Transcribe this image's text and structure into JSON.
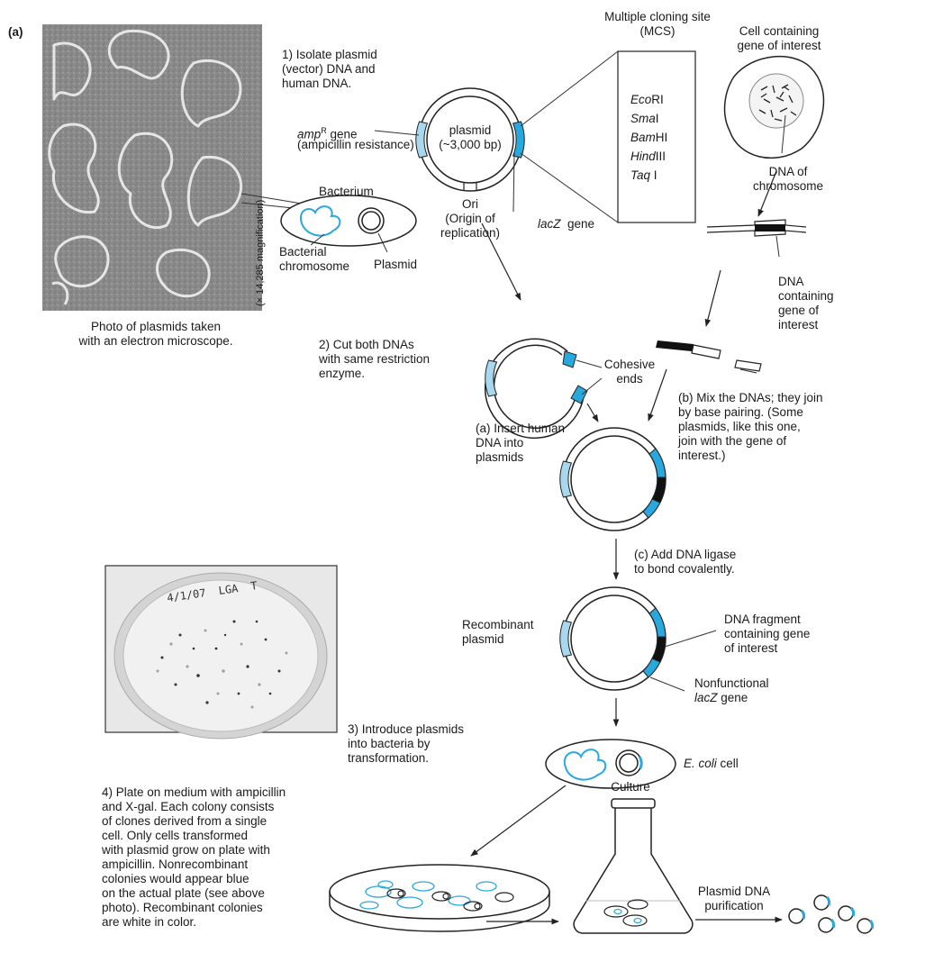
{
  "panel_label": "(a)",
  "micrograph": {
    "magnification": "(× 14,285 magnification)",
    "caption": "Photo of plasmids taken\nwith an electron microscope."
  },
  "bacterium": {
    "label": "Bacterium",
    "chromosome_label": "Bacterial\nchromosome",
    "plasmid_label": "Plasmid"
  },
  "steps": {
    "step1": "1) Isolate plasmid\n(vector) DNA and\nhuman DNA.",
    "step2": "2) Cut both DNAs\nwith same restriction\nenzyme.",
    "step3": "3) Introduce plasmids\ninto bacteria by\ntransformation.",
    "step4": "4) Plate on medium with ampicillin\nand X-gal. Each colony consists\nof clones derived from a single\ncell. Only cells transformed\nwith plasmid grow on plate with\nampicillin. Nonrecombinant\ncolonies would appear blue\non the actual plate (see above\nphoto). Recombinant colonies\nare white in color.",
    "insert_a": "(a) Insert human\nDNA into\nplasmids",
    "mix_b": "(b) Mix the DNAs; they join\nby base pairing. (Some\nplasmids, like this one,\njoin with the gene of\ninterest.)",
    "ligase_c": "(c) Add DNA ligase\nto bond covalently."
  },
  "plasmid": {
    "center_label": "plasmid\n(~3,000 bp)",
    "amp_gene_italic": "amp",
    "amp_gene_sup": "R",
    "amp_gene_rest": " gene",
    "amp_gene_desc": "(ampicillin resistance)",
    "ori_label": "Ori\n(Origin of\nreplication)",
    "lacz_italic": "lacZ",
    "lacz_rest": "  gene"
  },
  "mcs": {
    "title": "Multiple cloning site\n(MCS)",
    "enzymes": [
      {
        "italic": "Eco",
        "rest": "RI"
      },
      {
        "italic": "Sma",
        "rest": "I"
      },
      {
        "italic": "Bam",
        "rest": "HI"
      },
      {
        "italic": "Hind",
        "rest": "III"
      },
      {
        "italic": "Taq",
        "rest": " I"
      }
    ]
  },
  "donor_cell": {
    "title": "Cell containing\ngene of interest",
    "dna_label": "DNA of\nchromosome",
    "gene_label": "DNA\ncontaining\ngene of\ninterest"
  },
  "cohesive_ends": "Cohesive\nends",
  "recombinant": {
    "label": "Recombinant\nplasmid",
    "fragment_label": "DNA fragment\ncontaining gene\nof interest",
    "nonfunctional_label": "Nonfunctional",
    "nonfunctional_italic": "lacZ",
    "nonfunctional_rest": " gene"
  },
  "ecoli": {
    "italic": "E. coli",
    "rest": " cell"
  },
  "plate_photo": {
    "handwriting": "4/1/07  LGA  T"
  },
  "culture_label": "Culture",
  "purification_label": "Plasmid DNA\npurification",
  "colors": {
    "blue": "#29a8de",
    "lightblue": "#a8d8f0",
    "black": "#111111",
    "gray": "#777777"
  }
}
